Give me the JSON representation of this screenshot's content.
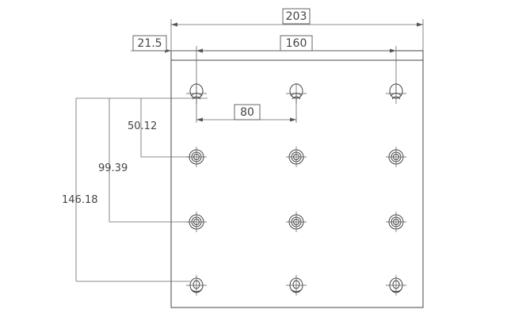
{
  "dimensions": {
    "overall_width": "203",
    "edge_offset": "21.5",
    "hole_span": "160",
    "hole_pitch": "80",
    "row2_offset": "50.12",
    "row3_offset": "99.39",
    "row4_offset": "146.18"
  }
}
